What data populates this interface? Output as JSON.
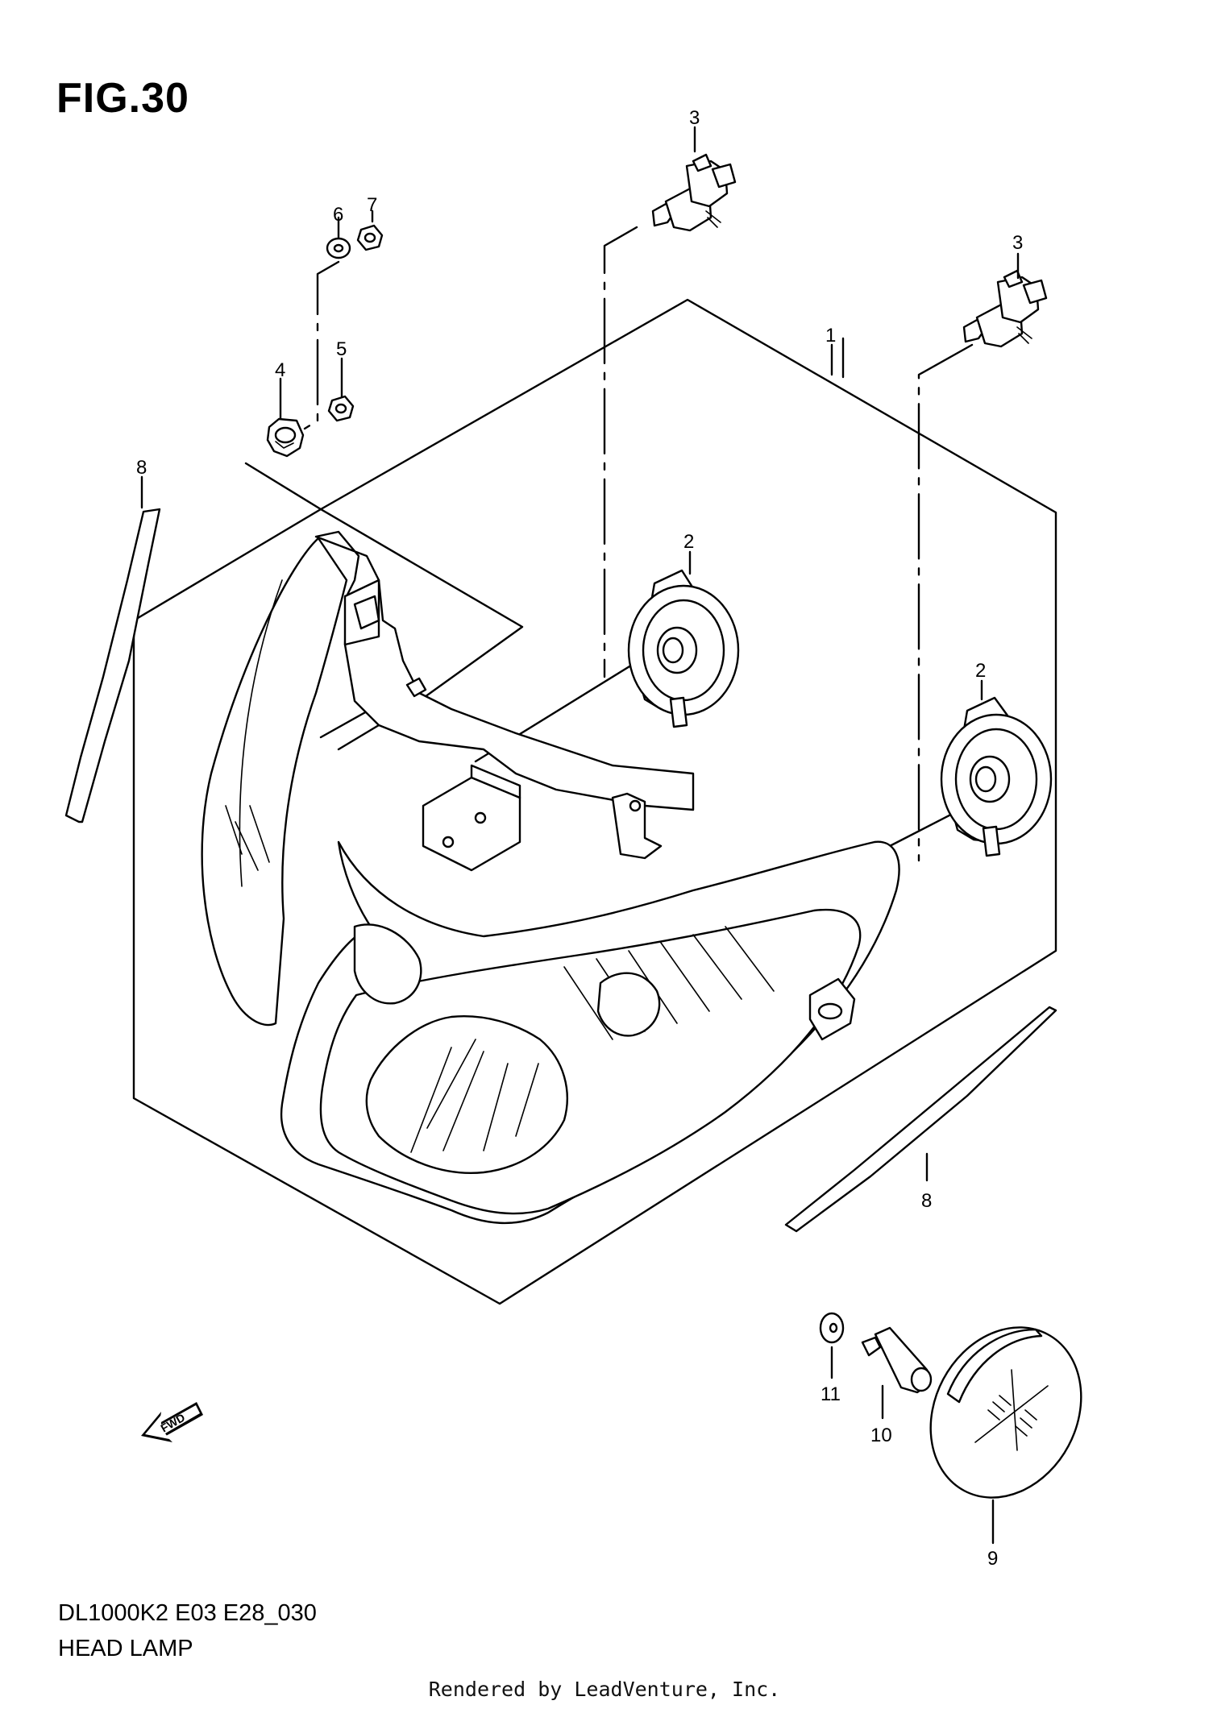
{
  "figure": {
    "title": "FIG.30",
    "model_code": "DL1000K2 E03 E28_030",
    "name": "HEAD LAMP"
  },
  "callouts": {
    "c1": "1",
    "c2a": "2",
    "c2b": "2",
    "c3a": "3",
    "c3b": "3",
    "c4": "4",
    "c5": "5",
    "c6": "6",
    "c7": "7",
    "c8a": "8",
    "c8b": "8",
    "c9": "9",
    "c10": "10",
    "c11": "11"
  },
  "fwd_label": "FWD",
  "footer": "Rendered by LeadVenture, Inc."
}
